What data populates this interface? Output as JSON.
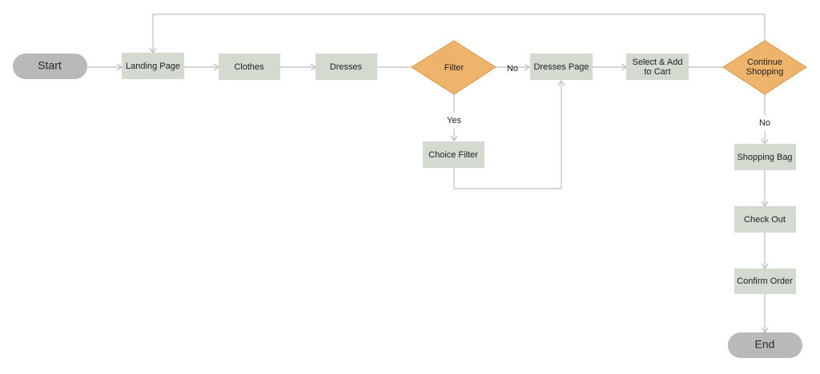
{
  "nodes": {
    "start": "Start",
    "landing_page": "Landing Page",
    "clothes": "Clothes",
    "dresses": "Dresses",
    "filter": "Filter",
    "dresses_page": "Dresses Page",
    "select_add_line1": "Select & Add",
    "select_add_line2": "to Cart",
    "continue_line1": "Continue",
    "continue_line2": "Shopping",
    "choice_filter": "Choice Filter",
    "shopping_bag": "Shopping Bag",
    "check_out": "Check Out",
    "confirm_order": "Confirm Order",
    "end": "End"
  },
  "edge_labels": {
    "filter_no": "No",
    "filter_yes": "Yes",
    "continue_no": "No"
  },
  "colors": {
    "terminal": "#b9b9b9",
    "process": "#d3dbd1",
    "decision": "#efb46c",
    "connector": "#bdbdbd"
  }
}
